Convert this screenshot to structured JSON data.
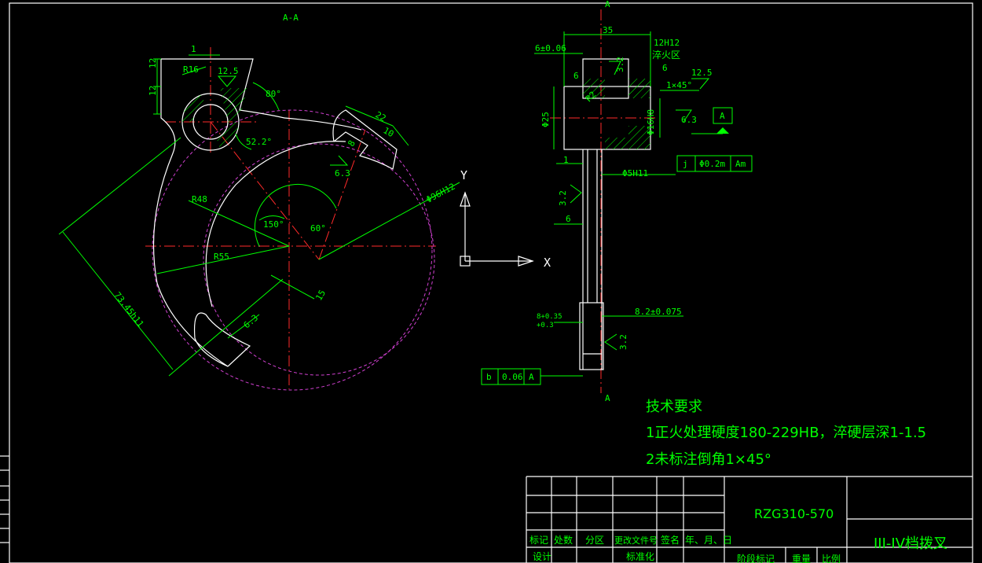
{
  "section_label": "A-A",
  "view_mark_top": "A",
  "view_mark_bottom": "A",
  "left_view": {
    "dims": {
      "d1": "1",
      "r16": "R16",
      "d12a": "12",
      "d12b": "12",
      "rough1": "12.5",
      "ang80": "80°",
      "ang522": "52.2°",
      "d22": "22",
      "d10": "10",
      "d8": "8",
      "rough63a": "6.3",
      "r48": "R48",
      "ang150": "150°",
      "ang60": "60°",
      "dia": "Φ96H12",
      "r55": "R55",
      "d15": "15",
      "rough63b": "6.3",
      "d73": "73.45h11"
    }
  },
  "right_view": {
    "dims": {
      "d35": "35",
      "d6tol": "6±0.06",
      "d12h12": "12H12",
      "quench": "淬火区",
      "d6a": "6",
      "d6b": "6",
      "d32a": "3.2",
      "chamfer": "1×45°",
      "rough125": "12.5",
      "r2": "R2",
      "dia25": "Φ25",
      "dia16": "Φ16H8",
      "rough63": "6.3",
      "datumA": "A",
      "d1": "1",
      "dia5": "Φ5H11",
      "tol_sym": "j",
      "tol_val": "Φ0.2m",
      "tol_ref": "Am",
      "d32b": "3.2",
      "d6c": "6",
      "d82": "8.2±0.075",
      "d8tol_top": "8+0.35",
      "d8tol_bot": "+0.3",
      "d32c": "3.2",
      "flat_sym": "b",
      "flat_val": "0.06",
      "flat_ref": "A"
    }
  },
  "ucs": {
    "x_label": "X",
    "y_label": "Y"
  },
  "tech_req": {
    "title": "技术要求",
    "line1": "1正火处理硬度180-229HB，淬硬层深1-1.5",
    "line2": "2未标注倒角1×45°"
  },
  "title_block": {
    "drawing_no": "RZG310-570",
    "part_name": "III-IV档拨叉",
    "headers": [
      "标记",
      "处数",
      "分区",
      "更改文件号",
      "签名",
      "年、月、日"
    ],
    "row_design": "设计",
    "row_std": "标准化",
    "stage_mark": "阶段标记",
    "weight": "重量",
    "scale": "比例"
  },
  "colors": {
    "dim": "#00ff00",
    "outline": "#ffffff",
    "center": "#ff2a2a",
    "hidden": "#d040d0",
    "background": "#000000"
  }
}
